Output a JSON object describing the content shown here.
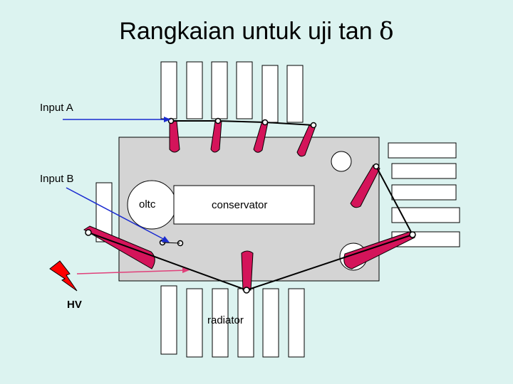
{
  "title_text": "Rangkaian untuk uji tan",
  "title_symbol": "δ",
  "labels": {
    "input_a": "Input A",
    "input_b": "Input B",
    "hv": "HV",
    "oltc": "oltc",
    "conservator": "conservator",
    "radiator": "radiator"
  },
  "colors": {
    "background": "#dcf3f0",
    "tank": "#d4d4d4",
    "bushing": "#d4145a",
    "input_line": "#1a2bd0",
    "hv_line": "#e0407a",
    "hv_bolt": "#ff0000"
  }
}
